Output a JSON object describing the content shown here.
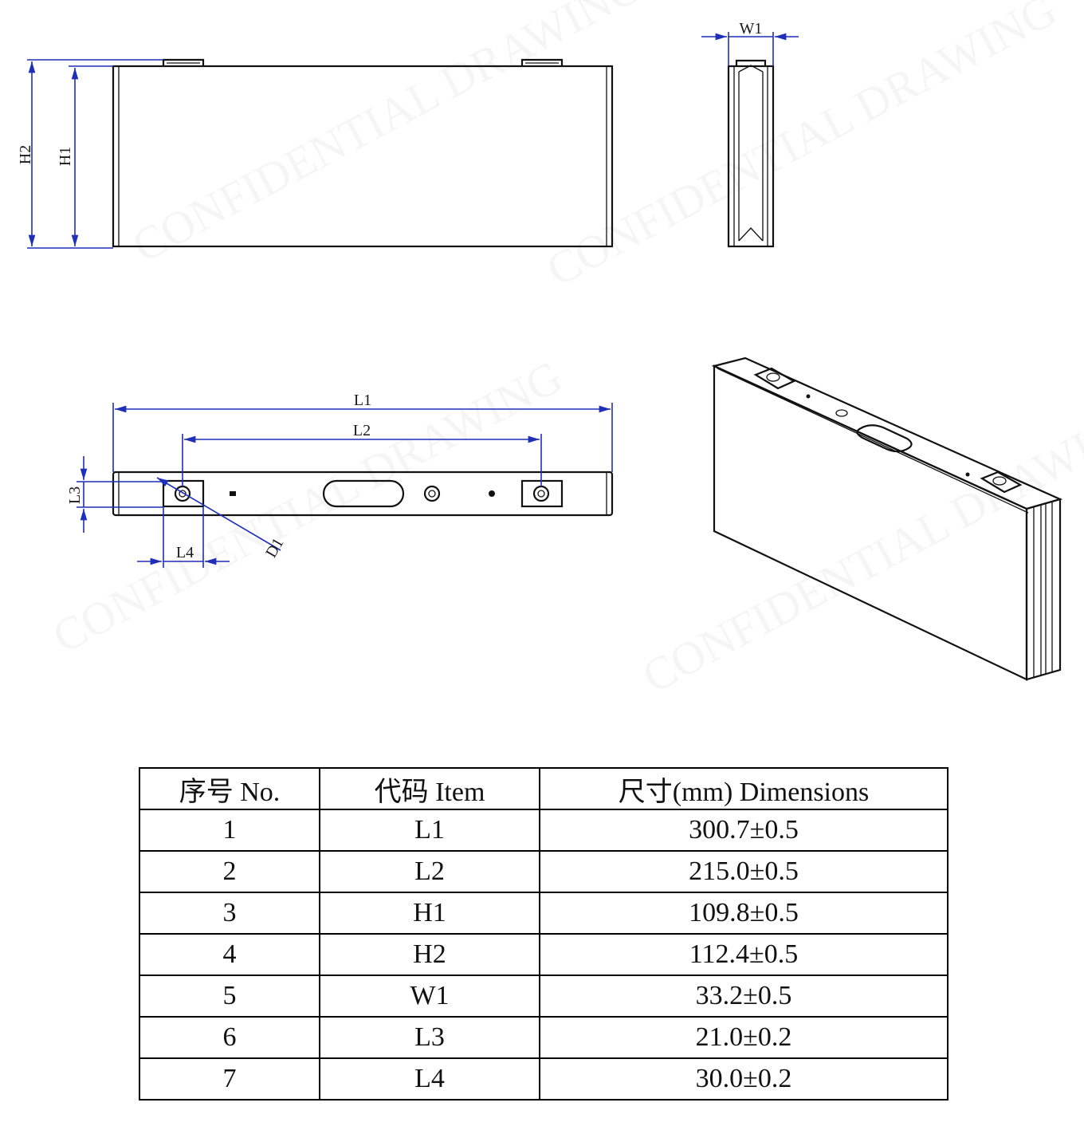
{
  "labels": {
    "h2": "H2",
    "h1": "H1",
    "w1": "W1",
    "l1": "L1",
    "l2": "L2",
    "l3": "L3",
    "l4": "L4",
    "d1": "D1"
  },
  "table": {
    "headers": [
      "序号 No.",
      "代码 Item",
      "尺寸(mm) Dimensions"
    ],
    "rows": [
      [
        "1",
        "L1",
        "300.7±0.5"
      ],
      [
        "2",
        "L2",
        "215.0±0.5"
      ],
      [
        "3",
        "H1",
        "109.8±0.5"
      ],
      [
        "4",
        "H2",
        "112.4±0.5"
      ],
      [
        "5",
        "W1",
        "33.2±0.5"
      ],
      [
        "6",
        "L3",
        "21.0±0.2"
      ],
      [
        "7",
        "L4",
        "30.0±0.2"
      ]
    ]
  },
  "colors": {
    "dimension_lines": "#1f2fb8",
    "outline": "#111111"
  }
}
